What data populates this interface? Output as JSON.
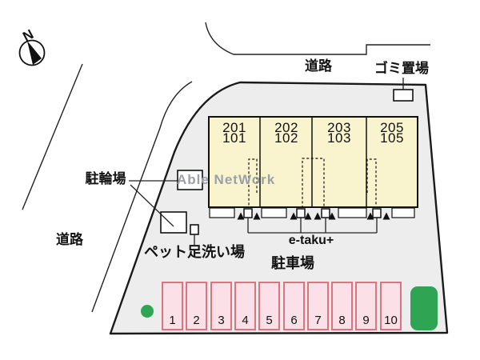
{
  "compass": {
    "north_label": "N",
    "icon": "north-arrow-icon"
  },
  "labels": {
    "road_top": "道路",
    "road_left": "道路",
    "garbage_area": "ゴミ置場",
    "bicycle_parking": "駐輪場",
    "pet_foot_wash": "ペット足洗い場",
    "delivery_box": "e-taku+",
    "parking_lot": "駐車場"
  },
  "watermark": "Able NetWork",
  "building": {
    "units": [
      {
        "upper": "201",
        "lower": "101"
      },
      {
        "upper": "202",
        "lower": "102"
      },
      {
        "upper": "203",
        "lower": "103"
      },
      {
        "upper": "205",
        "lower": "105"
      }
    ]
  },
  "parking": {
    "spaces": [
      "1",
      "2",
      "3",
      "4",
      "5",
      "6",
      "7",
      "8",
      "9",
      "10"
    ]
  },
  "colors": {
    "site-fill": "#EDEDED",
    "building-fill": "#FAF4CE",
    "parking-fill": "#FBE1E7",
    "parking-border": "#E0717F",
    "greenery": "#2FA452",
    "watermark": "#9AA0A8",
    "line": "#1A1A1A"
  }
}
